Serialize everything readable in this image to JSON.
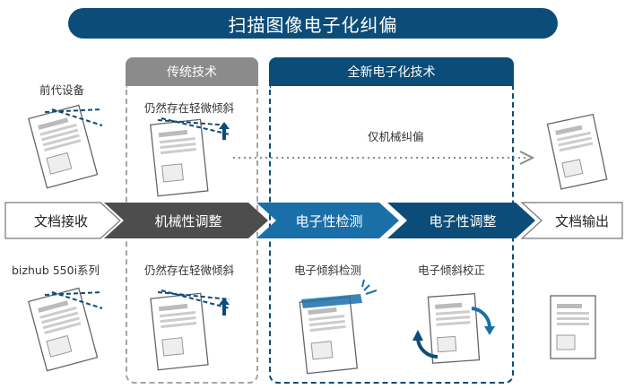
{
  "title": "扫描图像电子化纠偏",
  "sections": {
    "traditional": "传统技术",
    "new": "全新电子化技术"
  },
  "top_row": {
    "left_label": "前代设备",
    "trad_label": "仍然存在轻微倾斜",
    "new_label": "仅机械纠偏"
  },
  "flow": {
    "step1": "文档接收",
    "step2": "机械性调整",
    "step3": "电子性检测",
    "step4": "电子性调整",
    "step5": "文档输出"
  },
  "bottom_row": {
    "left_label": "bizhub 550i系列",
    "trad_label": "仍然存在轻微倾斜",
    "detect_label": "电子倾斜检测",
    "correct_label": "电子倾斜校正"
  },
  "colors": {
    "navy": "#0c4c78",
    "blue": "#1a6fa8",
    "dark_gray": "#4d4d4d",
    "gray": "#8b8b8b"
  }
}
